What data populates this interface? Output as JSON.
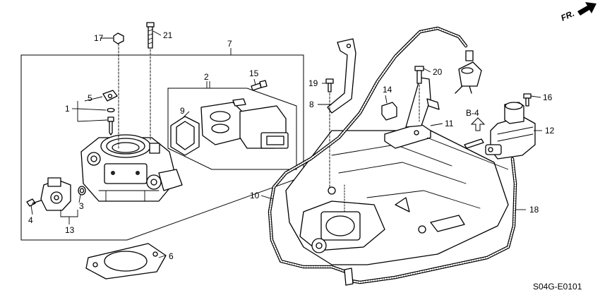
{
  "front_marker": {
    "text": "FR."
  },
  "diagram_code": "S04G-E0101",
  "view_reference": {
    "text": "B-4"
  },
  "callouts": [
    "1",
    "2",
    "3",
    "4",
    "5",
    "6",
    "7",
    "8",
    "9",
    "10",
    "11",
    "12",
    "13",
    "14",
    "15",
    "16",
    "17",
    "18",
    "19",
    "20",
    "21"
  ]
}
